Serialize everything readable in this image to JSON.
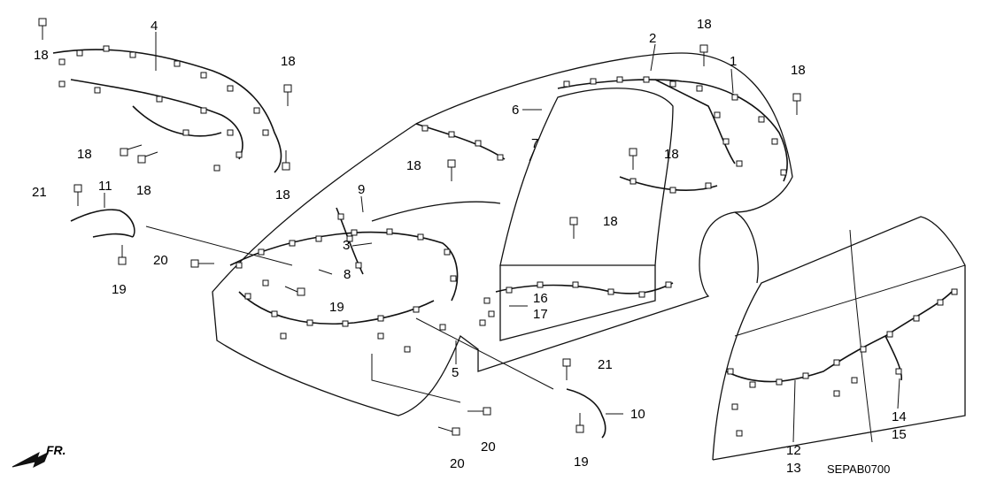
{
  "diagram": {
    "code": "SEPAB0700",
    "direction": "FR.",
    "labels": [
      "1",
      "2",
      "3",
      "4",
      "5",
      "6",
      "7",
      "8",
      "9",
      "10",
      "11",
      "12",
      "13",
      "14",
      "15",
      "16",
      "17",
      "18",
      "19",
      "20",
      "21"
    ],
    "callouts": [
      {
        "id": "c1",
        "text": "1"
      },
      {
        "id": "c2",
        "text": "2"
      },
      {
        "id": "c3",
        "text": "3"
      },
      {
        "id": "c4",
        "text": "4"
      },
      {
        "id": "c5",
        "text": "5"
      },
      {
        "id": "c6",
        "text": "6"
      },
      {
        "id": "c7",
        "text": "7"
      },
      {
        "id": "c8",
        "text": "8"
      },
      {
        "id": "c9",
        "text": "9"
      },
      {
        "id": "c10",
        "text": "10"
      },
      {
        "id": "c11",
        "text": "11"
      },
      {
        "id": "c12",
        "text": "12"
      },
      {
        "id": "c13",
        "text": "13"
      },
      {
        "id": "c14",
        "text": "14"
      },
      {
        "id": "c15",
        "text": "15"
      },
      {
        "id": "c16",
        "text": "16"
      },
      {
        "id": "c17",
        "text": "17"
      },
      {
        "id": "c18a",
        "text": "18"
      },
      {
        "id": "c18b",
        "text": "18"
      },
      {
        "id": "c18c",
        "text": "18"
      },
      {
        "id": "c18d",
        "text": "18"
      },
      {
        "id": "c18e",
        "text": "18"
      },
      {
        "id": "c18f",
        "text": "18"
      },
      {
        "id": "c18g",
        "text": "18"
      },
      {
        "id": "c18h",
        "text": "18"
      },
      {
        "id": "c18i",
        "text": "18"
      },
      {
        "id": "c18j",
        "text": "18"
      },
      {
        "id": "c19a",
        "text": "19"
      },
      {
        "id": "c19b",
        "text": "19"
      },
      {
        "id": "c19c",
        "text": "19"
      },
      {
        "id": "c20a",
        "text": "20"
      },
      {
        "id": "c20b",
        "text": "20"
      },
      {
        "id": "c20c",
        "text": "20"
      },
      {
        "id": "c21a",
        "text": "21"
      },
      {
        "id": "c21b",
        "text": "21"
      }
    ]
  }
}
